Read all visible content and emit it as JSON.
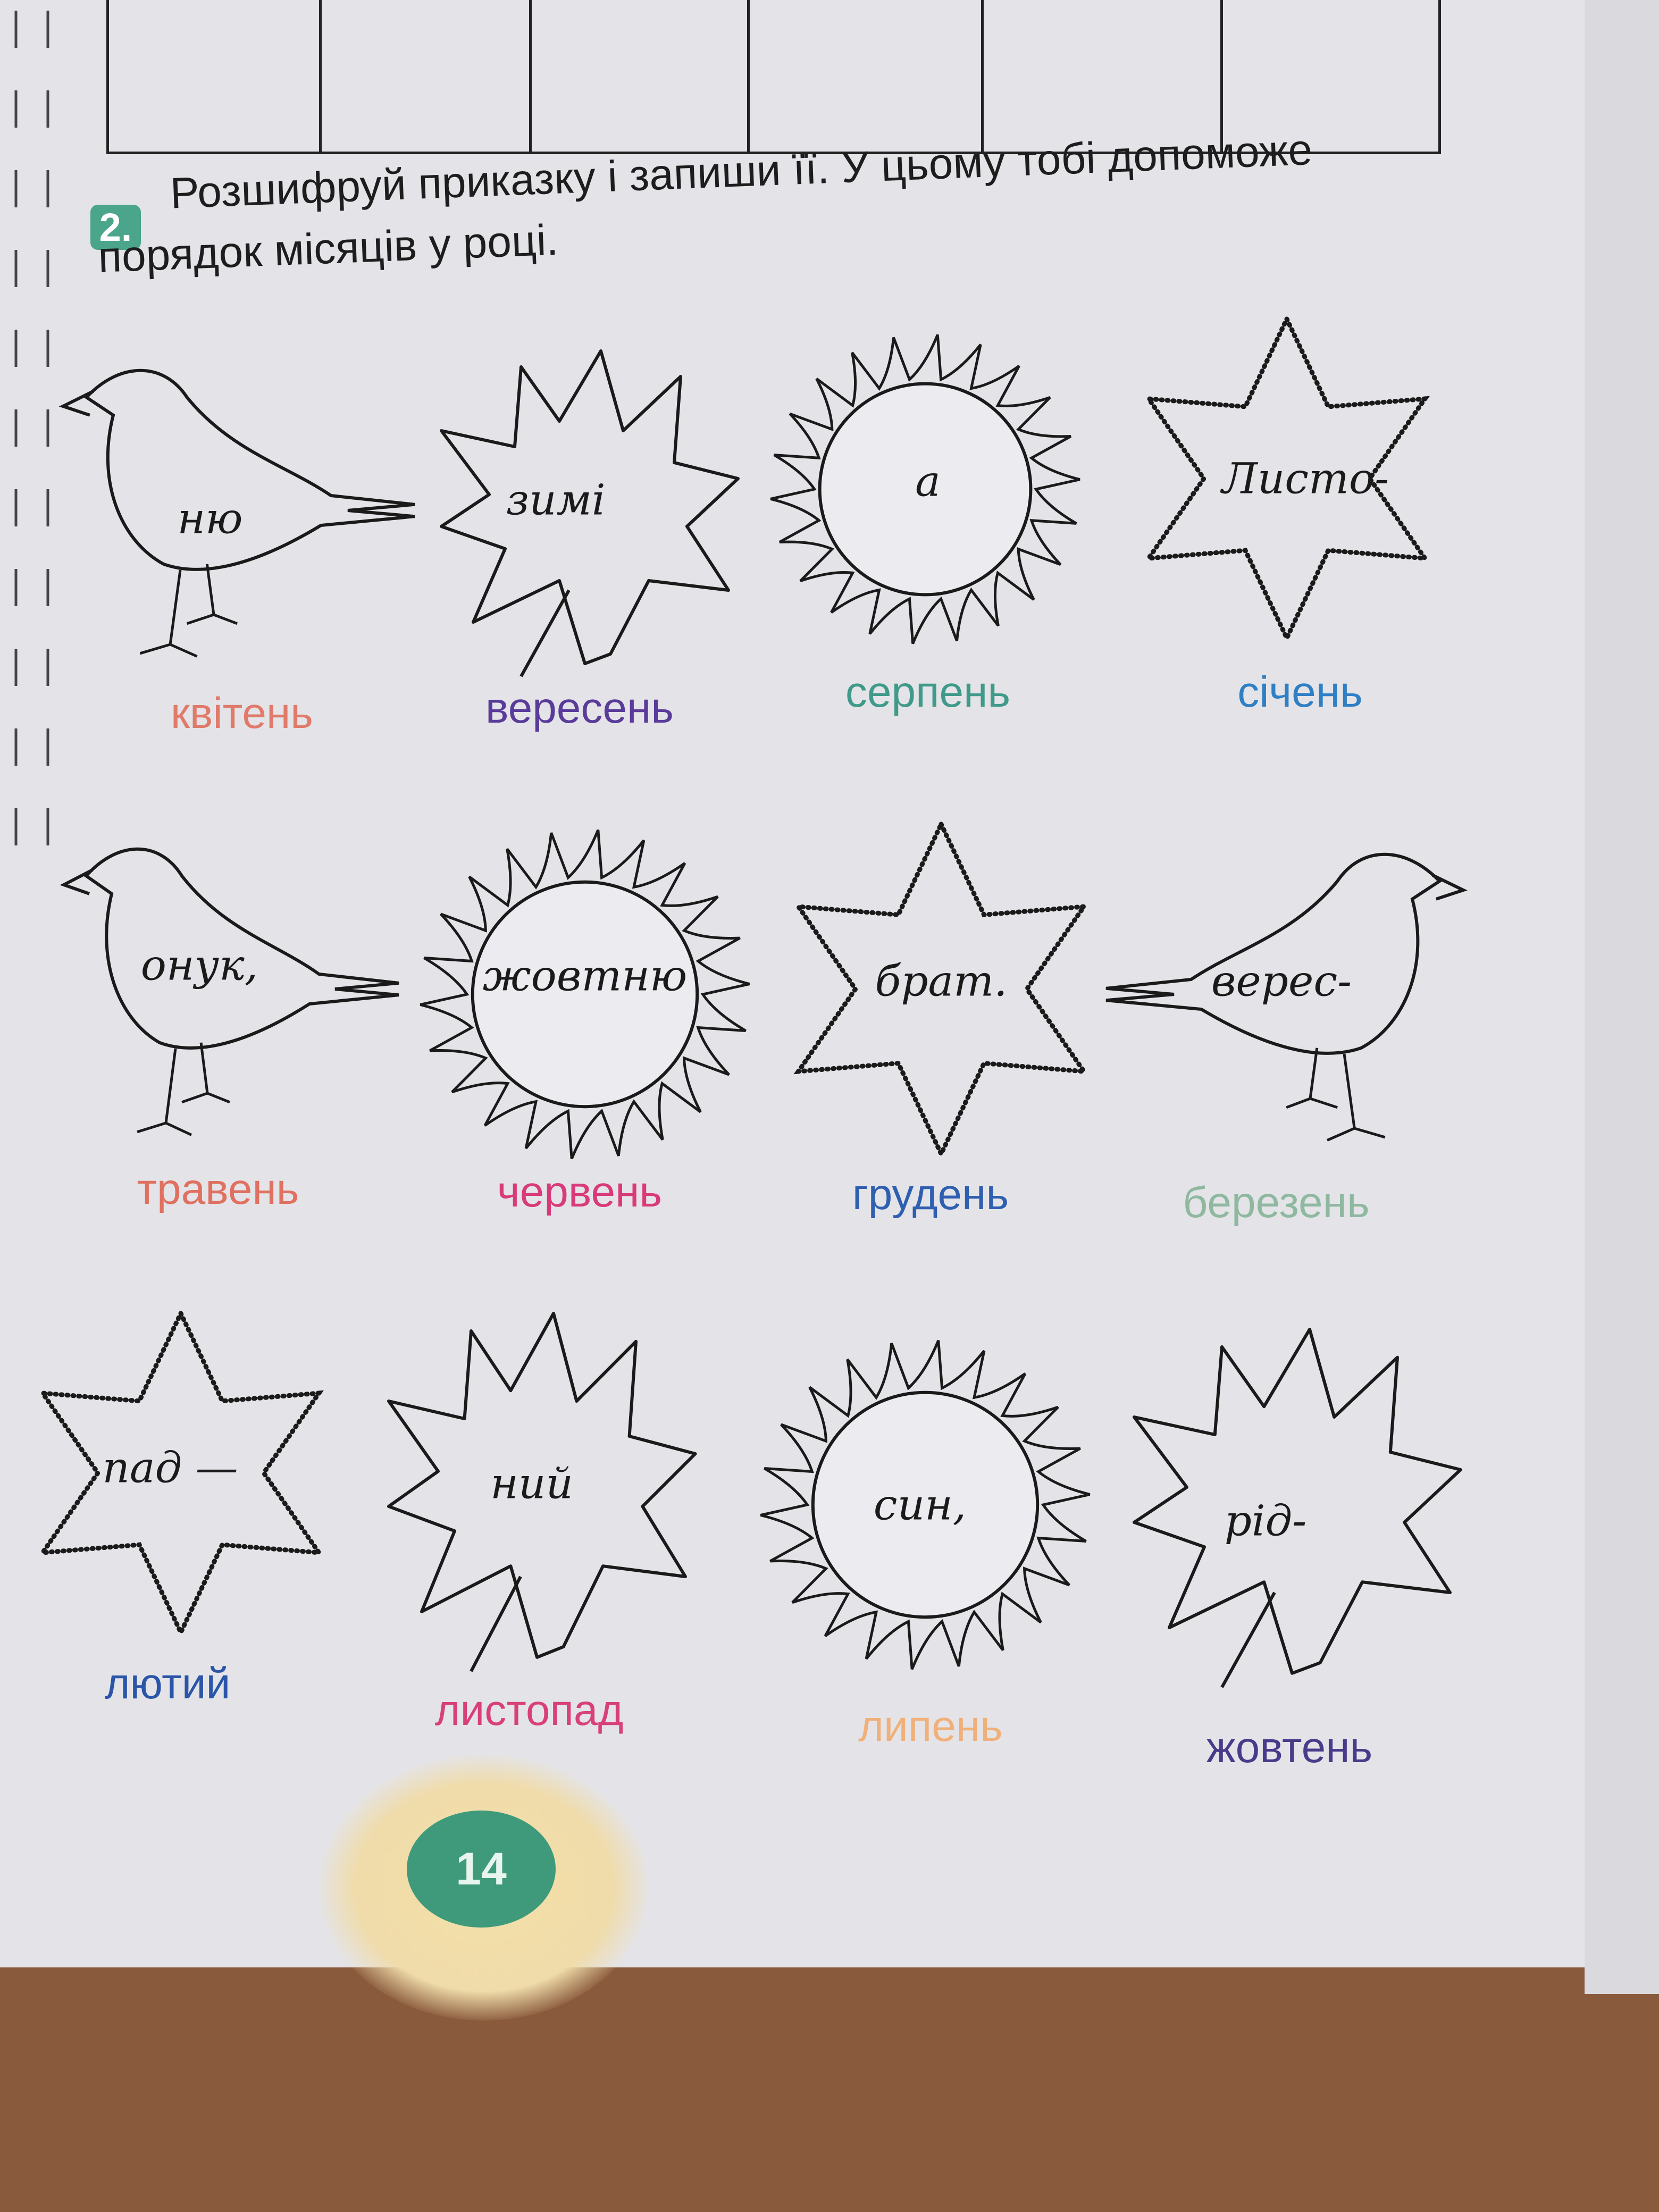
{
  "task": {
    "number": "2.",
    "text": "Розшифруй приказку і запиши її. У цьому тобі допоможе порядок місяців у році."
  },
  "cards": [
    {
      "shape": "bird",
      "word": "ню",
      "month": "квітень",
      "month_color": "#e07a6a"
    },
    {
      "shape": "leaf",
      "word": "зимі",
      "month": "вересень",
      "month_color": "#5a3b9a"
    },
    {
      "shape": "sun",
      "word": "а",
      "month": "серпень",
      "month_color": "#3f9a8a"
    },
    {
      "shape": "snowflake",
      "word": "Листо-",
      "month": "січень",
      "month_color": "#2f7fc4"
    },
    {
      "shape": "bird",
      "word": "онук,",
      "month": "травень",
      "month_color": "#e07060"
    },
    {
      "shape": "sun",
      "word": "жовтню",
      "month": "червень",
      "month_color": "#d83a7a"
    },
    {
      "shape": "snowflake",
      "word": "брат.",
      "month": "грудень",
      "month_color": "#2f5fb0"
    },
    {
      "shape": "bird-right",
      "word": "верес-",
      "month": "березень",
      "month_color": "#8fb8a0"
    },
    {
      "shape": "snowflake",
      "word": "пад —",
      "month": "лютий",
      "month_color": "#2a55a8"
    },
    {
      "shape": "leaf",
      "word": "ний",
      "month": "листопад",
      "month_color": "#d8407a"
    },
    {
      "shape": "sun",
      "word": "син,",
      "month": "липень",
      "month_color": "#f0b07a"
    },
    {
      "shape": "leaf",
      "word": "рід-",
      "month": "жовтень",
      "month_color": "#4a3a8a"
    }
  ],
  "page_number": "14"
}
